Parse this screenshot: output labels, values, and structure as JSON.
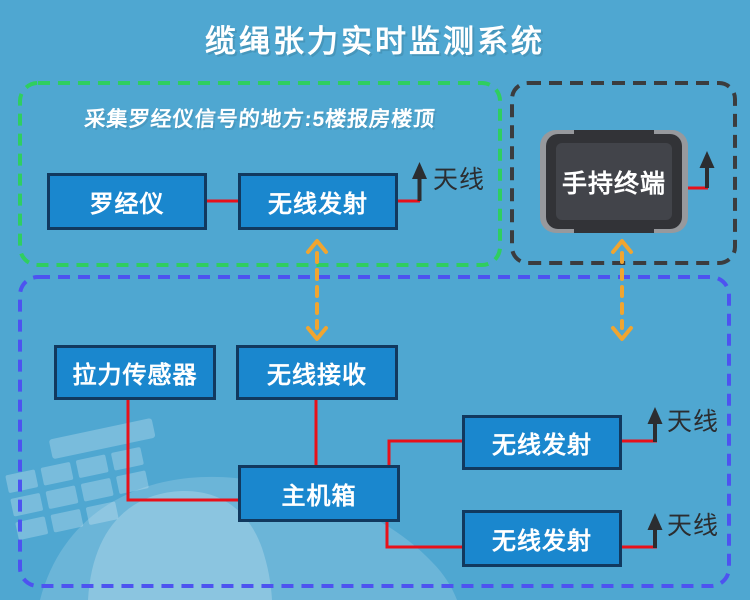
{
  "title": "缆绳张力实时监测系统",
  "top_group": {
    "caption": "采集罗经仪信号的地方:5楼报房楼顶",
    "gyro_label": "罗经仪",
    "transmitter_label": "无线发射",
    "antenna_label": "天线"
  },
  "terminal_group": {
    "device_label": "手持终端"
  },
  "main_group": {
    "sensor_label": "拉力传感器",
    "receiver_label": "无线接收",
    "mainbox_label": "主机箱",
    "transmitter1_label": "无线发射",
    "transmitter2_label": "无线发射",
    "antenna1_label": "天线",
    "antenna2_label": "天线"
  },
  "colors": {
    "background": "#4fa7d1",
    "node_fill": "#1a87ce",
    "node_border": "#11395f",
    "connector_red": "#e8111a",
    "dash_green": "#2fce60",
    "dash_blue": "#4d53f0",
    "dash_dark": "#3b3c3e",
    "arrow_yellow": "#f0a530",
    "antenna_dark": "#2b2d30",
    "text_light": "#ffffff"
  }
}
